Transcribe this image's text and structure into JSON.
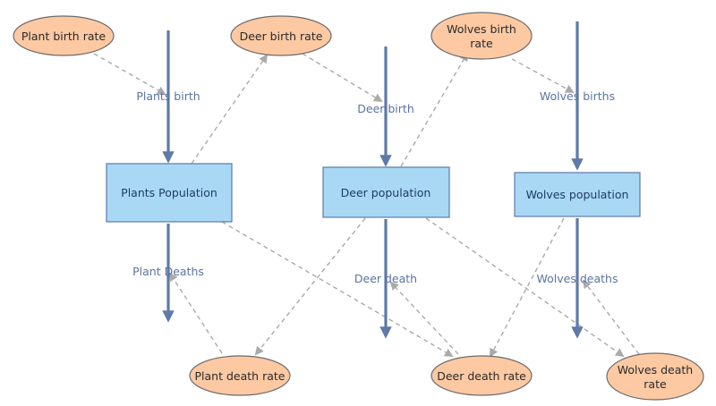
{
  "colors": {
    "stock_fill": "#a9d8f5",
    "stock_border": "#5d7aa8",
    "aux_fill": "#fcc9a3",
    "flow_color": "#5d7aa8",
    "flow_label_color": "#5a73a3",
    "link_color": "#aaaaaa"
  },
  "stocks": {
    "plants": "Plants Population",
    "deer": "Deer population",
    "wolves": "Wolves population"
  },
  "flows": {
    "plants_birth": "Plants birth",
    "plant_deaths": "Plant Deaths",
    "deer_birth": "Deer birth",
    "deer_death": "Deer death",
    "wolves_births": "Wolves births",
    "wolves_deaths": "Wolves deaths"
  },
  "rates": {
    "plant_birth_rate": "Plant birth rate",
    "deer_birth_rate": "Deer birth rate",
    "wolves_birth_rate_line1": "Wolves birth",
    "wolves_birth_rate_line2": "rate",
    "plant_death_rate": "Plant death rate",
    "deer_death_rate": "Deer death rate",
    "wolves_death_rate_line1": "Wolves death",
    "wolves_death_rate_line2": "rate"
  }
}
